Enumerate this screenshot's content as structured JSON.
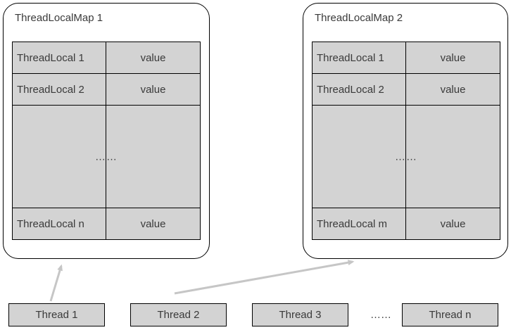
{
  "maps": [
    {
      "title": "ThreadLocalMap 1",
      "rows": [
        {
          "key": "ThreadLocal 1",
          "value": "value"
        },
        {
          "key": "ThreadLocal 2",
          "value": "value"
        }
      ],
      "ellipsis": "……",
      "last": {
        "key": "ThreadLocal n",
        "value": "value"
      }
    },
    {
      "title": "ThreadLocalMap 2",
      "rows": [
        {
          "key": "ThreadLocal 1",
          "value": "value"
        },
        {
          "key": "ThreadLocal 2",
          "value": "value"
        }
      ],
      "ellipsis": "……",
      "last": {
        "key": "ThreadLocal m",
        "value": "value"
      }
    }
  ],
  "threads": [
    "Thread 1",
    "Thread 2",
    "Thread 3"
  ],
  "threads_ellipsis": "……",
  "thread_last": "Thread n",
  "colors": {
    "cell_fill": "#d3d3d3",
    "border": "#000000",
    "arrow": "#c6c6c6",
    "text": "#3a3a3a"
  }
}
